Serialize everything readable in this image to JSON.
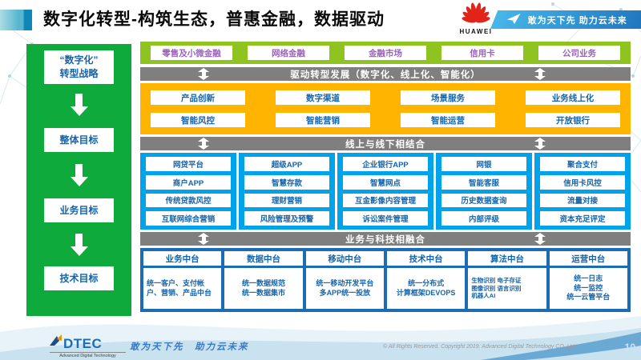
{
  "header": {
    "title": "数字化转型-构筑生态，普惠金融，数据驱动",
    "huawei_label": "HUAWEI",
    "banner_text": "敢为天下先 助力云未来"
  },
  "sidebar": {
    "strategy": {
      "line1": "“数字化”",
      "line2": "转型战略"
    },
    "goals": [
      "整体目标",
      "业务目标",
      "技术目标"
    ]
  },
  "business_band": {
    "items": [
      "零售及小微金融",
      "网络金融",
      "金融市场",
      "信用卡",
      "公司业务"
    ]
  },
  "bars": [
    "驱动转型发展（数字化、线上化、智能化）",
    "线上与线下相结合",
    "业务与科技相融合"
  ],
  "capability_band": {
    "rows": [
      [
        "产品创新",
        "数字渠道",
        "场景服务",
        "业务线上化"
      ],
      [
        "智能风控",
        "智能营销",
        "智能运营",
        "开放银行"
      ]
    ]
  },
  "channel_band": {
    "columns": [
      [
        "网贷平台",
        "商户APP",
        "传统贷款风控",
        "互联网综合营销"
      ],
      [
        "超级APP",
        "智慧存款",
        "理财营销",
        "风险管理及预警"
      ],
      [
        "企业银行APP",
        "智慧网点",
        "互金影像内容管理",
        "诉讼案件管理"
      ],
      [
        "网银",
        "智能客服",
        "历史数据查询",
        "内部评级"
      ],
      [
        "聚合支付",
        "信用卡风控",
        "流量对接",
        "资本充足评定"
      ]
    ]
  },
  "platform_band": {
    "columns": [
      {
        "header": "业务中台",
        "lines": [
          "统一客户、支付帐户、营销、产品中台"
        ]
      },
      {
        "header": "数据中台",
        "lines": [
          "统一数据规范",
          "统一数据集市"
        ]
      },
      {
        "header": "移动中台",
        "lines": [
          "统一移动开发平台",
          "多APP统一投放"
        ]
      },
      {
        "header": "技术中台",
        "lines": [
          "统一分布式",
          "计算框架DEVOPS"
        ]
      },
      {
        "header": "算法中台",
        "lines": [
          "生物识别 电子存证",
          "图像识别 语言识别",
          "机器人AI"
        ]
      },
      {
        "header": "运营中台",
        "lines": [
          "统一日志",
          "统一监控",
          "统一云管平台"
        ]
      }
    ]
  },
  "footer": {
    "logo_text": "DTEC",
    "logo_subtitle": "Advanced Digital Technology",
    "slogan": "敢为天下先　助力云未来",
    "copyright": "© All Rights Reserved. Copyright 2019. Advanced Digital Technology CO.,Ltd",
    "page_number": "10"
  },
  "colors": {
    "sidebar_green": "#0faa3c",
    "business_green": "#8fc31f",
    "capability_yellow": "#ffb400",
    "bar_gray": "#7f7f7f",
    "channel_blue": "#00a2e9",
    "platform_blue": "#1c6cb5",
    "text_blue": "#1464ac",
    "business_text_purple": "#9a63b8",
    "huawei_red": "#e2231a",
    "banner_gradient_start": "#47b7e9",
    "banner_gradient_end": "#1a6fb8"
  }
}
